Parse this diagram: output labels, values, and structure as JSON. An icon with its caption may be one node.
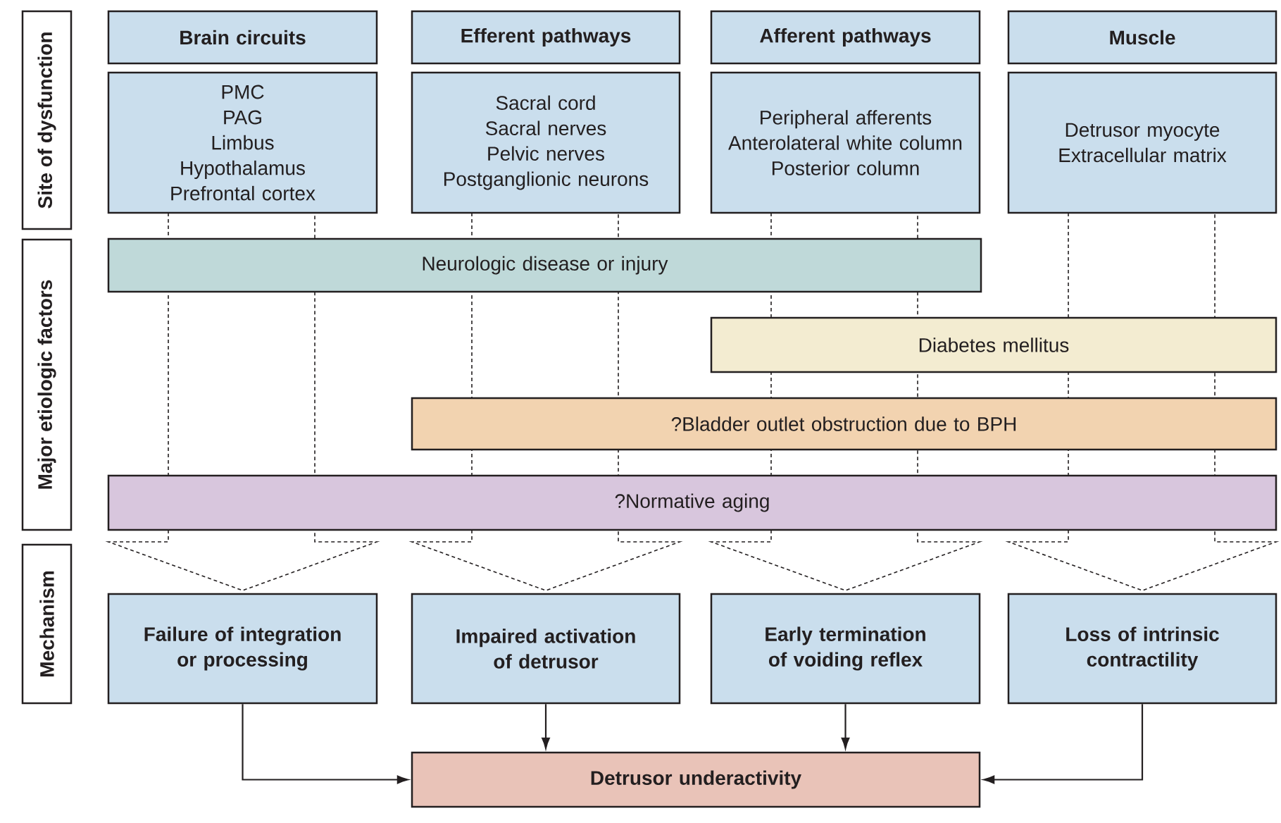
{
  "diagram": {
    "nodes": [
      {
        "text": [
          "Brain circuits"
        ]
      },
      {
        "text": [
          "Efferent pathways"
        ]
      },
      {
        "text": [
          "Afferent pathways"
        ]
      },
      {
        "text": [
          "Muscle"
        ]
      },
      {
        "text": [
          "PMC",
          "PAG",
          "Limbus",
          "Hypothalamus",
          "Prefrontal cortex"
        ]
      },
      {
        "text": [
          "Sacral cord",
          "Sacral nerves",
          "Pelvic nerves",
          "Postganglionic neurons"
        ]
      },
      {
        "text": [
          "Peripheral afferents",
          "Anterolateral white column",
          "Posterior column"
        ]
      },
      {
        "text": [
          "Detrusor myocyte",
          "Extracellular matrix"
        ]
      },
      {
        "text": [
          "Neurologic disease or injury"
        ]
      },
      {
        "text": [
          "Diabetes mellitus"
        ]
      },
      {
        "text": [
          "?Bladder outlet obstruction due to BPH"
        ]
      },
      {
        "text": [
          "?Normative aging"
        ]
      },
      {
        "text": [
          "Failure of integration or processing"
        ]
      },
      {
        "text": [
          "Impaired activation of detrusor"
        ]
      },
      {
        "text": [
          "Early termination of voiding reflex"
        ]
      },
      {
        "text": [
          "Loss of intrinsic contractility"
        ]
      },
      {
        "text": [
          "Detrusor underactivity"
        ]
      },
      {
        "text": [
          "Site of dysfunction"
        ]
      },
      {
        "text": [
          "Major etiologic factors"
        ]
      },
      {
        "text": [
          "Mechanism"
        ]
      }
    ],
    "edges": [
      {
        "from": 12,
        "to": 16,
        "arrow": "to"
      },
      {
        "from": 13,
        "to": 16,
        "arrow": "to"
      },
      {
        "from": 14,
        "to": 16,
        "arrow": "to"
      },
      {
        "from": 15,
        "to": 16,
        "arrow": "to"
      }
    ]
  }
}
